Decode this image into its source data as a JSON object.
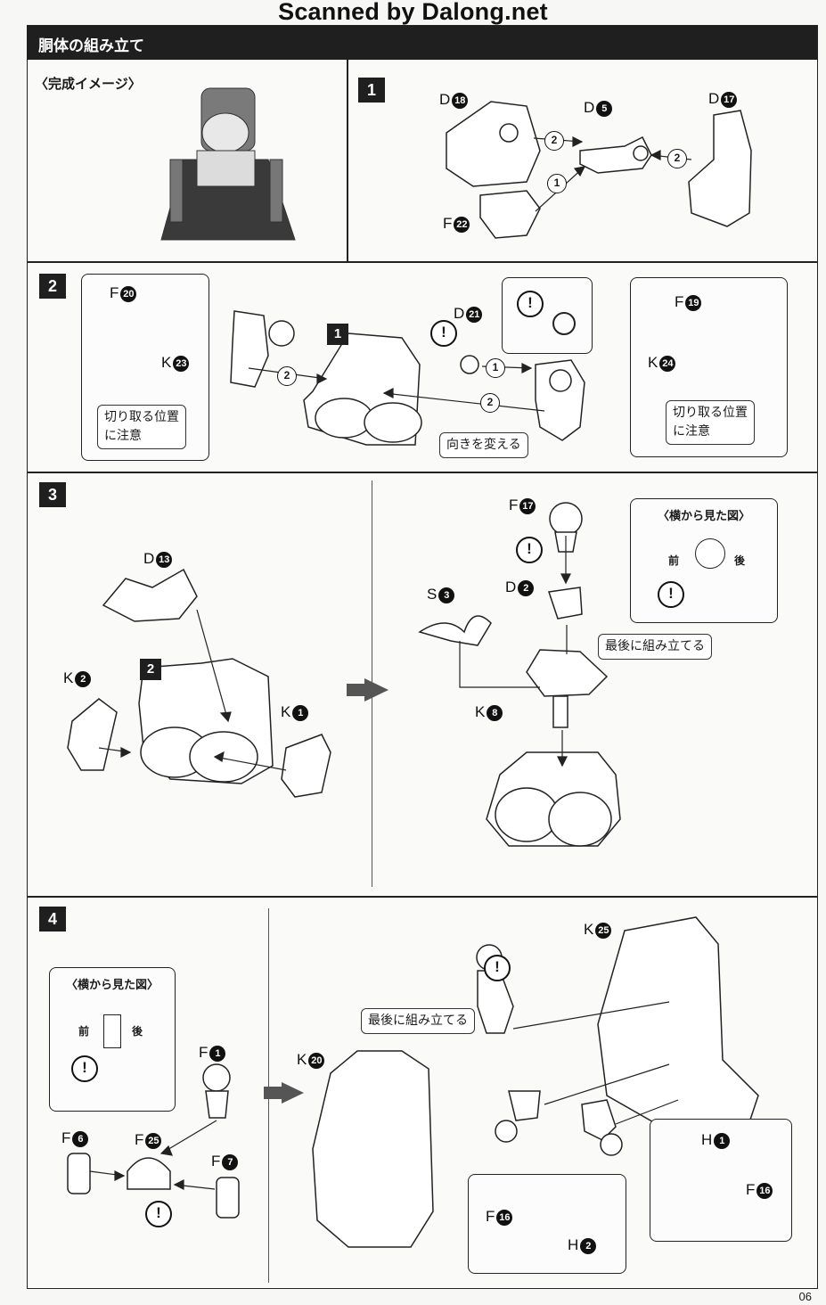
{
  "watermark": "Scanned by Dalong.net",
  "section_title": "胴体の組み立て",
  "preview_label": "〈完成イメージ〉",
  "steps": [
    "1",
    "2",
    "3",
    "4"
  ],
  "step1": {
    "parts": [
      {
        "letter": "D",
        "num": "18"
      },
      {
        "letter": "D",
        "num": "5"
      },
      {
        "letter": "D",
        "num": "17"
      },
      {
        "letter": "F",
        "num": "22"
      }
    ],
    "order": [
      "2",
      "2",
      "1"
    ]
  },
  "step2": {
    "parts_left": [
      {
        "letter": "F",
        "num": "20"
      },
      {
        "letter": "K",
        "num": "23"
      }
    ],
    "parts_mid": [
      {
        "letter": "D",
        "num": "21"
      }
    ],
    "parts_right": [
      {
        "letter": "F",
        "num": "19"
      },
      {
        "letter": "K",
        "num": "24"
      }
    ],
    "ref_step": "1",
    "note_cut_left": [
      "切り取る位置",
      "に注意"
    ],
    "note_cut_right": [
      "切り取る位置",
      "に注意"
    ],
    "note_turn": "向きを変える",
    "order": [
      "2",
      "1",
      "2"
    ],
    "warn": "!"
  },
  "step3": {
    "parts": [
      {
        "letter": "D",
        "num": "13"
      },
      {
        "letter": "K",
        "num": "2"
      },
      {
        "letter": "K",
        "num": "1"
      },
      {
        "letter": "F",
        "num": "17"
      },
      {
        "letter": "D",
        "num": "2"
      },
      {
        "letter": "S",
        "num": "3"
      },
      {
        "letter": "K",
        "num": "8"
      }
    ],
    "ref_step": "2",
    "side_view_title": "〈横から見た図〉",
    "front": "前",
    "back": "後",
    "note_last": "最後に組み立てる"
  },
  "step4": {
    "parts": [
      {
        "letter": "F",
        "num": "1"
      },
      {
        "letter": "F",
        "num": "6"
      },
      {
        "letter": "F",
        "num": "25"
      },
      {
        "letter": "F",
        "num": "7"
      },
      {
        "letter": "K",
        "num": "20"
      },
      {
        "letter": "K",
        "num": "25"
      },
      {
        "letter": "H",
        "num": "1"
      },
      {
        "letter": "F",
        "num": "16"
      },
      {
        "letter": "F",
        "num": "16"
      },
      {
        "letter": "H",
        "num": "2"
      }
    ],
    "side_view_title": "〈横から見た図〉",
    "front": "前",
    "back": "後",
    "note_last": "最後に組み立てる"
  },
  "page_number": "06"
}
